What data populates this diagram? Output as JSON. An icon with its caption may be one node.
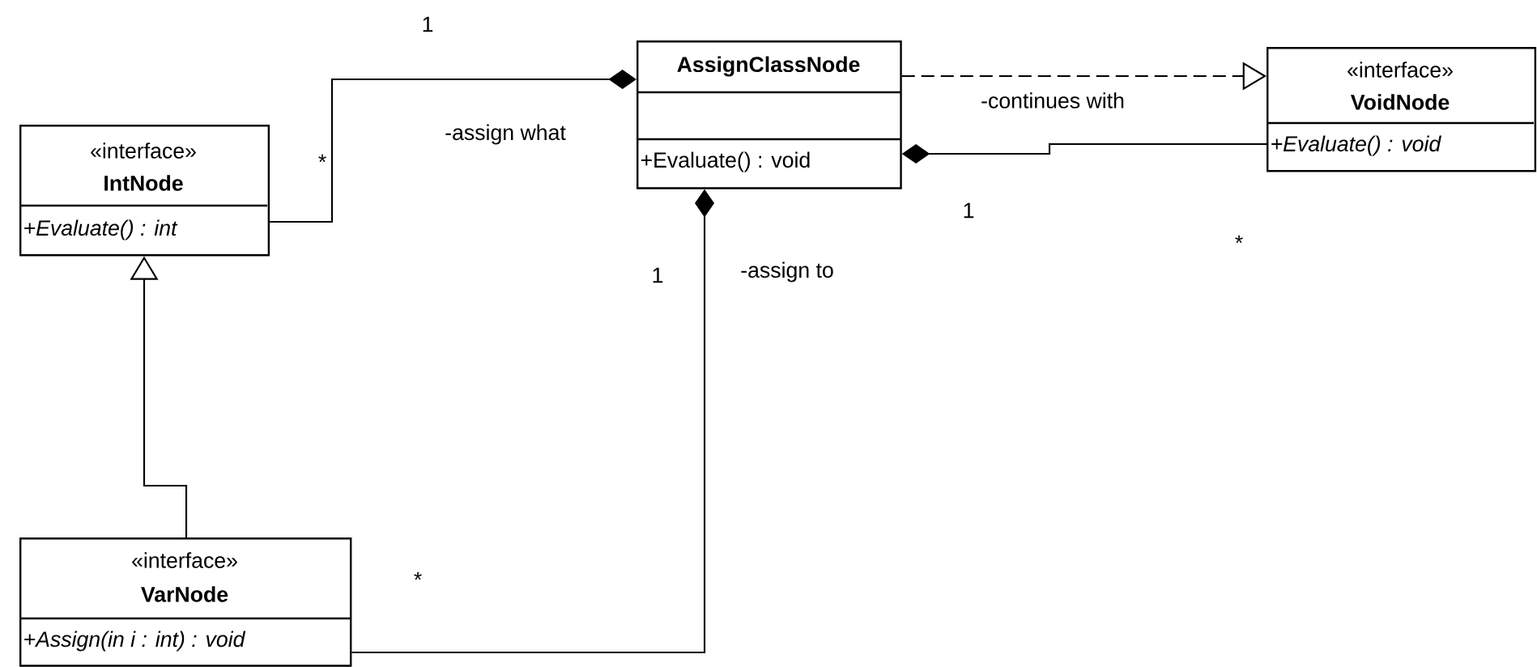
{
  "diagram": {
    "nodes": [
      {
        "text": [
          "«interface»",
          "IntNode",
          "+Evaluate() : int"
        ]
      },
      {
        "text": [
          "AssignClassNode",
          "+Evaluate() : void"
        ]
      },
      {
        "text": [
          "«interface»",
          "VoidNode",
          "+Evaluate() : void"
        ]
      },
      {
        "text": [
          "«interface»",
          "VarNode",
          "+Assign(in i : int) : void"
        ]
      }
    ],
    "edges": [
      {
        "from": 0,
        "to": 1,
        "arrow": "other",
        "label": "-assign what"
      },
      {
        "from": 1,
        "to": 2,
        "arrow": "to",
        "style": "dashed",
        "label": "-continues with"
      },
      {
        "from": 2,
        "to": 1,
        "arrow": "other"
      },
      {
        "from": 3,
        "to": 1,
        "arrow": "other",
        "label": "-assign to"
      },
      {
        "from": 3,
        "to": 0,
        "arrow": "to"
      }
    ],
    "labels": [
      "1",
      "*",
      "1",
      "*",
      "1",
      "*"
    ]
  }
}
